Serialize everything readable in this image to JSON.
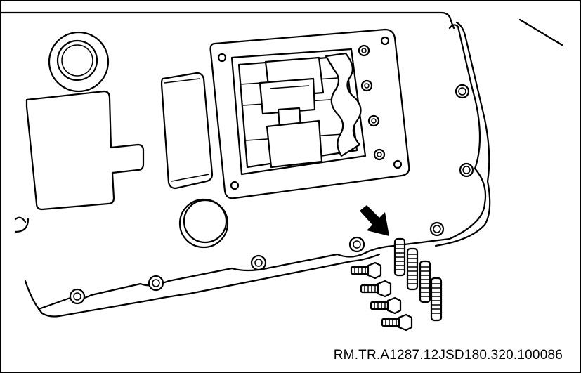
{
  "figure": {
    "reference_code": "RM.TR.A1287.12JSD180.320.100086",
    "colors": {
      "line": "#000000",
      "background": "#ffffff"
    },
    "parts": {
      "indicator": "arrow-icon",
      "studs": 4,
      "bolts": 4
    }
  }
}
